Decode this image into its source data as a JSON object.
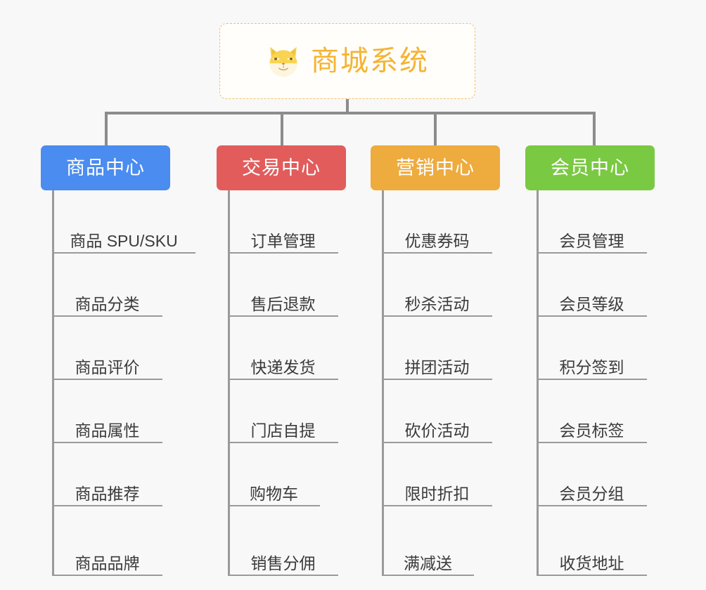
{
  "canvas": {
    "background_color": "#f8f8f8",
    "connector_color": "#8c8c8c"
  },
  "root": {
    "title": "商城系统",
    "icon": "shiba-dog-face-icon",
    "text_color": "#f5b332",
    "border_color": "#f0c070",
    "background_color": "#fffefb"
  },
  "categories": [
    {
      "label": "商品中心",
      "color": "#4a8cf0",
      "items": [
        "商品 SPU/SKU",
        "商品分类",
        "商品评价",
        "商品属性",
        "商品推荐",
        "商品品牌"
      ]
    },
    {
      "label": "交易中心",
      "color": "#e25c5c",
      "items": [
        "订单管理",
        "售后退款",
        "快递发货",
        "门店自提",
        "购物车",
        "销售分佣"
      ]
    },
    {
      "label": "营销中心",
      "color": "#eeab3e",
      "items": [
        "优惠券码",
        "秒杀活动",
        "拼团活动",
        "砍价活动",
        "限时折扣",
        "满减送"
      ]
    },
    {
      "label": "会员中心",
      "color": "#7ac943",
      "items": [
        "会员管理",
        "会员等级",
        "积分签到",
        "会员标签",
        "会员分组",
        "收货地址"
      ]
    }
  ]
}
